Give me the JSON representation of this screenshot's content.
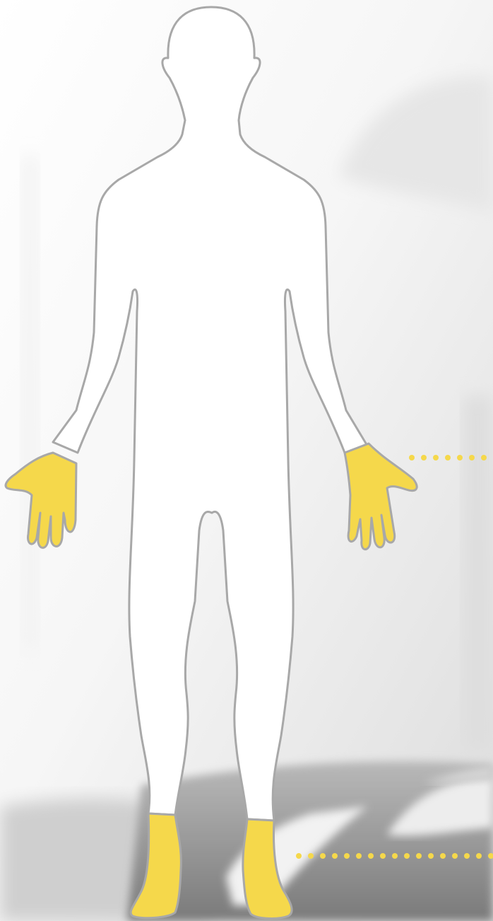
{
  "diagram": {
    "subject": "human-body-silhouette",
    "highlighted_regions": [
      "left-hand",
      "right-hand",
      "left-foot",
      "right-foot"
    ],
    "callouts": [
      {
        "name": "hand-callout",
        "target": "right-hand"
      },
      {
        "name": "foot-callout",
        "target": "right-foot"
      }
    ]
  },
  "colors": {
    "highlight": "#F5D84B",
    "outline": "#A8A8A8",
    "body_fill": "#FFFFFF",
    "callout_dots": "#F5D84B",
    "background_light": "#FAFAFA",
    "background_dark": "#8E8E8E"
  }
}
